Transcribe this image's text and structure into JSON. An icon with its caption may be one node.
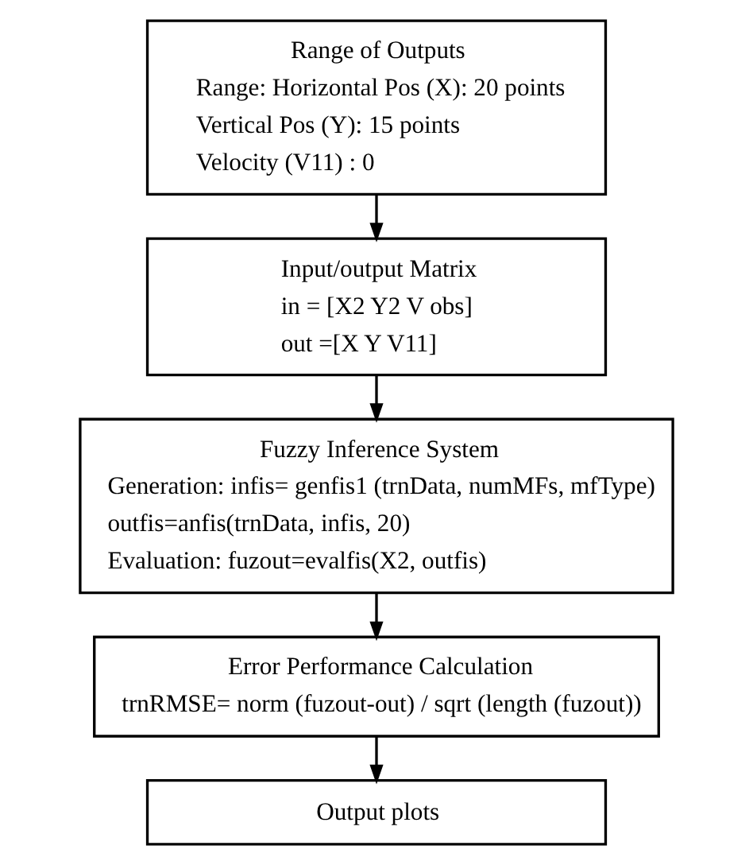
{
  "diagram": {
    "nodes": [
      {
        "text": [
          "Range of Outputs",
          "Range: Horizontal Pos (X): 20 points",
          "Vertical Pos (Y): 15 points",
          "Velocity (V11) : 0"
        ]
      },
      {
        "text": [
          "Input/output Matrix",
          "in = [X2 Y2 V obs]",
          "out =[X Y V11]"
        ]
      },
      {
        "text": [
          "Fuzzy Inference System",
          "Generation: infis= genfis1 (trnData, numMFs, mfType)",
          "outfis=anfis(trnData, infis, 20)",
          "Evaluation: fuzout=evalfis(X2, outfis)"
        ]
      },
      {
        "text": [
          "Error Performance Calculation",
          "trnRMSE= norm (fuzout-out) / sqrt (length (fuzout))"
        ]
      },
      {
        "text": [
          "Output plots"
        ]
      }
    ],
    "edges": [
      {
        "from": 0,
        "to": 1,
        "arrow": "to"
      },
      {
        "from": 1,
        "to": 2,
        "arrow": "to"
      },
      {
        "from": 2,
        "to": 3,
        "arrow": "to"
      },
      {
        "from": 3,
        "to": 4,
        "arrow": "to"
      }
    ]
  }
}
